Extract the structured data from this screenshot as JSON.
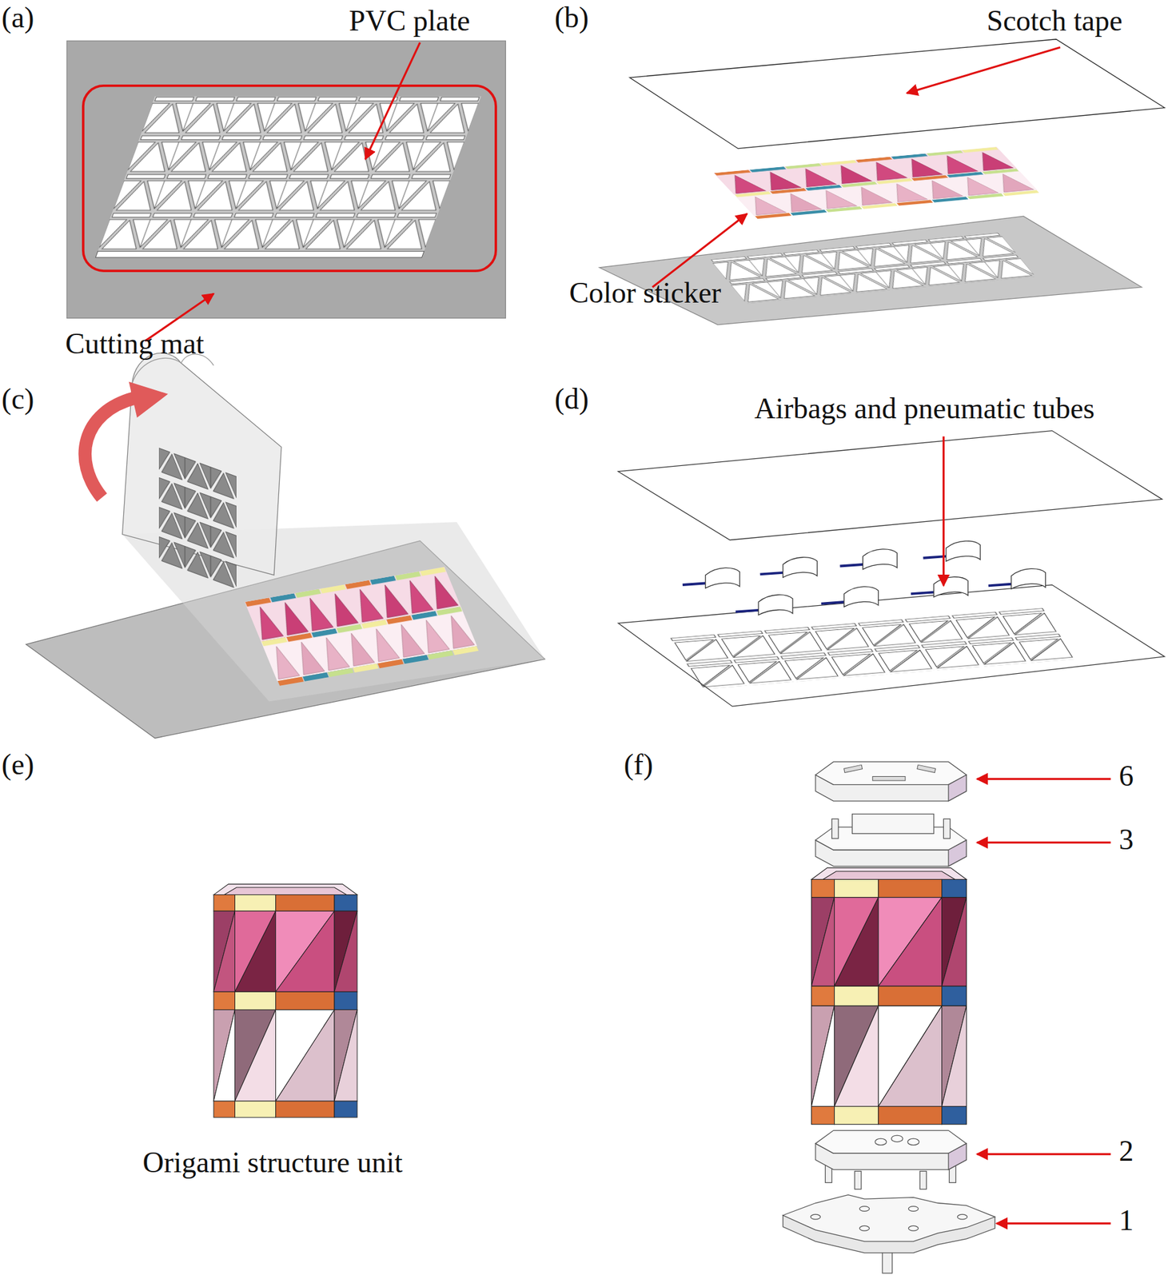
{
  "diagram": {
    "labels": [
      "(a)",
      "PVC plate",
      "(b)",
      "Scotch tape",
      "Color sticker",
      "Cutting mat",
      "(c)",
      "(d)",
      "Airbags and pneumatic tubes",
      "(e)",
      "(f)",
      "6",
      "3",
      "Origami structure unit",
      "2",
      "1"
    ]
  }
}
